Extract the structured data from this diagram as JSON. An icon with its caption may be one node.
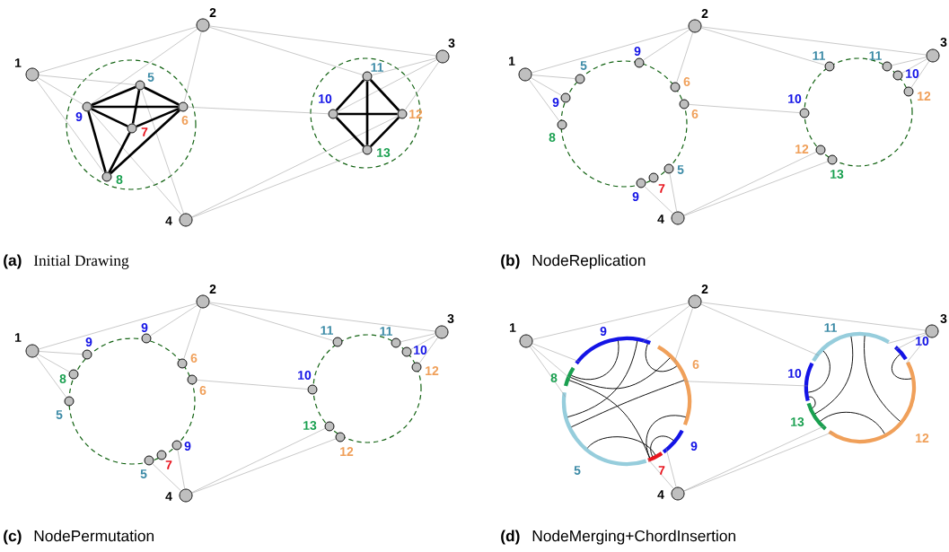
{
  "diagram": {
    "nodes": [
      {
        "text": [],
        "shape": "circle",
        "beside": [
          "1"
        ]
      },
      {
        "text": [],
        "shape": "circle",
        "beside": [
          "2"
        ]
      },
      {
        "text": [],
        "shape": "circle",
        "beside": [
          "3"
        ]
      },
      {
        "text": [],
        "shape": "circle",
        "beside": [
          "4"
        ]
      },
      {
        "text": [],
        "shape": "circle",
        "beside": [
          "5"
        ]
      },
      {
        "text": [],
        "shape": "circle",
        "beside": [
          "6"
        ]
      },
      {
        "text": [],
        "shape": "circle",
        "beside": [
          "7"
        ]
      },
      {
        "text": [],
        "shape": "circle",
        "beside": [
          "8"
        ]
      },
      {
        "text": [],
        "shape": "circle",
        "beside": [
          "9"
        ]
      },
      {
        "text": [],
        "shape": "circle",
        "beside": [
          "10"
        ]
      },
      {
        "text": [],
        "shape": "circle",
        "beside": [
          "11"
        ]
      },
      {
        "text": [],
        "shape": "circle",
        "beside": [
          "12"
        ]
      },
      {
        "text": [],
        "shape": "circle",
        "beside": [
          "13"
        ]
      },
      {
        "text": [],
        "shape": "circle",
        "beside": [
          "1"
        ]
      },
      {
        "text": [],
        "shape": "circle",
        "beside": [
          "2"
        ]
      },
      {
        "text": [],
        "shape": "circle",
        "beside": [
          "3"
        ]
      },
      {
        "text": [],
        "shape": "circle",
        "beside": [
          "4"
        ]
      },
      {
        "text": [],
        "shape": "circle",
        "beside": [
          "5"
        ]
      },
      {
        "text": [],
        "shape": "circle",
        "beside": [
          "9"
        ]
      },
      {
        "text": [],
        "shape": "circle",
        "beside": [
          "8"
        ]
      },
      {
        "text": [],
        "shape": "circle",
        "beside": [
          "9"
        ]
      },
      {
        "text": [],
        "shape": "circle",
        "beside": [
          "6"
        ]
      },
      {
        "text": [],
        "shape": "circle",
        "beside": [
          "6"
        ]
      },
      {
        "text": [],
        "shape": "circle",
        "beside": [
          "5"
        ]
      },
      {
        "text": [],
        "shape": "circle",
        "beside": [
          "7"
        ]
      },
      {
        "text": [],
        "shape": "circle",
        "beside": [
          "9"
        ]
      },
      {
        "text": [],
        "shape": "circle",
        "beside": [
          "11"
        ]
      },
      {
        "text": [],
        "shape": "circle",
        "beside": [
          "11"
        ]
      },
      {
        "text": [],
        "shape": "circle",
        "beside": [
          "10"
        ]
      },
      {
        "text": [],
        "shape": "circle",
        "beside": [
          "12"
        ]
      },
      {
        "text": [],
        "shape": "circle",
        "beside": [
          "10"
        ]
      },
      {
        "text": [],
        "shape": "circle",
        "beside": [
          "12"
        ]
      },
      {
        "text": [],
        "shape": "circle",
        "beside": [
          "13"
        ]
      },
      {
        "text": [],
        "shape": "circle",
        "beside": [
          "1"
        ]
      },
      {
        "text": [],
        "shape": "circle",
        "beside": [
          "2"
        ]
      },
      {
        "text": [],
        "shape": "circle",
        "beside": [
          "3"
        ]
      },
      {
        "text": [],
        "shape": "circle",
        "beside": [
          "4"
        ]
      },
      {
        "text": [],
        "shape": "circle",
        "beside": [
          "9"
        ]
      },
      {
        "text": [],
        "shape": "circle",
        "beside": [
          "8"
        ]
      },
      {
        "text": [],
        "shape": "circle",
        "beside": [
          "5"
        ]
      },
      {
        "text": [],
        "shape": "circle",
        "beside": [
          "9"
        ]
      },
      {
        "text": [],
        "shape": "circle",
        "beside": [
          "6"
        ]
      },
      {
        "text": [],
        "shape": "circle",
        "beside": [
          "6"
        ]
      },
      {
        "text": [],
        "shape": "circle",
        "beside": [
          "9"
        ]
      },
      {
        "text": [],
        "shape": "circle",
        "beside": [
          "7"
        ]
      },
      {
        "text": [],
        "shape": "circle",
        "beside": [
          "5"
        ]
      },
      {
        "text": [],
        "shape": "circle",
        "beside": [
          "11"
        ]
      },
      {
        "text": [],
        "shape": "circle",
        "beside": [
          "11"
        ]
      },
      {
        "text": [],
        "shape": "circle",
        "beside": [
          "10"
        ]
      },
      {
        "text": [],
        "shape": "circle",
        "beside": [
          "12"
        ]
      },
      {
        "text": [],
        "shape": "circle",
        "beside": [
          "10"
        ]
      },
      {
        "text": [],
        "shape": "circle",
        "beside": [
          "13"
        ]
      },
      {
        "text": [],
        "shape": "circle",
        "beside": [
          "12"
        ]
      },
      {
        "text": [],
        "shape": "circle",
        "beside": [
          "1"
        ]
      },
      {
        "text": [],
        "shape": "circle",
        "beside": [
          "2"
        ]
      },
      {
        "text": [],
        "shape": "circle",
        "beside": [
          "3"
        ]
      },
      {
        "text": [],
        "shape": "circle",
        "beside": [
          "4"
        ]
      },
      {
        "text": [],
        "shape": "circle",
        "beside": [
          "9",
          "6",
          "9",
          "7",
          "5",
          "8"
        ]
      },
      {
        "text": [],
        "shape": "circle",
        "beside": [
          "11",
          "10",
          "10",
          "13",
          "12"
        ]
      }
    ],
    "edges": [
      {
        "from": 0,
        "to": 1,
        "arrow": "none"
      },
      {
        "from": 0,
        "to": 4,
        "arrow": "none"
      },
      {
        "from": 0,
        "to": 8,
        "arrow": "none"
      },
      {
        "from": 0,
        "to": 7,
        "arrow": "none"
      },
      {
        "from": 1,
        "to": 8,
        "arrow": "none"
      },
      {
        "from": 1,
        "to": 5,
        "arrow": "none"
      },
      {
        "from": 1,
        "to": 10,
        "arrow": "none"
      },
      {
        "from": 1,
        "to": 2,
        "arrow": "none"
      },
      {
        "from": 2,
        "to": 10,
        "arrow": "none"
      },
      {
        "from": 2,
        "to": 9,
        "arrow": "none"
      },
      {
        "from": 2,
        "to": 11,
        "arrow": "none"
      },
      {
        "from": 3,
        "to": 4,
        "arrow": "none"
      },
      {
        "from": 3,
        "to": 8,
        "arrow": "none"
      },
      {
        "from": 3,
        "to": 11,
        "arrow": "none"
      },
      {
        "from": 3,
        "to": 12,
        "arrow": "none"
      },
      {
        "from": 5,
        "to": 9,
        "arrow": "none"
      },
      {
        "from": 4,
        "to": 8,
        "arrow": "none",
        "style": "thick",
        "color": "#000000"
      },
      {
        "from": 4,
        "to": 5,
        "arrow": "none",
        "style": "thick",
        "color": "#000000"
      },
      {
        "from": 4,
        "to": 6,
        "arrow": "none",
        "style": "thick",
        "color": "#000000"
      },
      {
        "from": 8,
        "to": 5,
        "arrow": "none",
        "style": "thick",
        "color": "#000000"
      },
      {
        "from": 8,
        "to": 6,
        "arrow": "none",
        "style": "thick",
        "color": "#000000"
      },
      {
        "from": 8,
        "to": 7,
        "arrow": "none",
        "style": "thick",
        "color": "#000000"
      },
      {
        "from": 6,
        "to": 5,
        "arrow": "none",
        "style": "thick",
        "color": "#000000"
      },
      {
        "from": 6,
        "to": 7,
        "arrow": "none",
        "style": "thick",
        "color": "#000000"
      },
      {
        "from": 7,
        "to": 5,
        "arrow": "none",
        "style": "thick",
        "color": "#000000"
      },
      {
        "from": 9,
        "to": 10,
        "arrow": "none",
        "style": "thick",
        "color": "#000000"
      },
      {
        "from": 10,
        "to": 11,
        "arrow": "none",
        "style": "thick",
        "color": "#000000"
      },
      {
        "from": 11,
        "to": 12,
        "arrow": "none",
        "style": "thick",
        "color": "#000000"
      },
      {
        "from": 12,
        "to": 9,
        "arrow": "none",
        "style": "thick",
        "color": "#000000"
      },
      {
        "from": 9,
        "to": 11,
        "arrow": "none",
        "style": "thick",
        "color": "#000000"
      },
      {
        "from": 10,
        "to": 12,
        "arrow": "none",
        "style": "thick",
        "color": "#000000"
      },
      {
        "from": 13,
        "to": 14,
        "arrow": "none"
      },
      {
        "from": 13,
        "to": 17,
        "arrow": "none"
      },
      {
        "from": 13,
        "to": 18,
        "arrow": "none"
      },
      {
        "from": 13,
        "to": 19,
        "arrow": "none"
      },
      {
        "from": 14,
        "to": 20,
        "arrow": "none"
      },
      {
        "from": 14,
        "to": 21,
        "arrow": "none"
      },
      {
        "from": 14,
        "to": 26,
        "arrow": "none"
      },
      {
        "from": 14,
        "to": 15,
        "arrow": "none"
      },
      {
        "from": 15,
        "to": 27,
        "arrow": "none"
      },
      {
        "from": 15,
        "to": 28,
        "arrow": "none"
      },
      {
        "from": 15,
        "to": 29,
        "arrow": "none"
      },
      {
        "from": 16,
        "to": 25,
        "arrow": "none"
      },
      {
        "from": 16,
        "to": 23,
        "arrow": "none"
      },
      {
        "from": 16,
        "to": 31,
        "arrow": "none"
      },
      {
        "from": 16,
        "to": 32,
        "arrow": "none"
      },
      {
        "from": 22,
        "to": 30,
        "arrow": "none"
      },
      {
        "from": 33,
        "to": 34,
        "arrow": "none"
      },
      {
        "from": 33,
        "to": 37,
        "arrow": "none"
      },
      {
        "from": 33,
        "to": 38,
        "arrow": "none"
      },
      {
        "from": 33,
        "to": 39,
        "arrow": "none"
      },
      {
        "from": 34,
        "to": 40,
        "arrow": "none"
      },
      {
        "from": 34,
        "to": 41,
        "arrow": "none"
      },
      {
        "from": 34,
        "to": 46,
        "arrow": "none"
      },
      {
        "from": 34,
        "to": 35,
        "arrow": "none"
      },
      {
        "from": 35,
        "to": 47,
        "arrow": "none"
      },
      {
        "from": 35,
        "to": 48,
        "arrow": "none"
      },
      {
        "from": 35,
        "to": 49,
        "arrow": "none"
      },
      {
        "from": 36,
        "to": 45,
        "arrow": "none"
      },
      {
        "from": 36,
        "to": 43,
        "arrow": "none"
      },
      {
        "from": 36,
        "to": 51,
        "arrow": "none"
      },
      {
        "from": 36,
        "to": 52,
        "arrow": "none"
      },
      {
        "from": 42,
        "to": 50,
        "arrow": "none"
      },
      {
        "from": 53,
        "to": 54,
        "arrow": "none"
      },
      {
        "from": 53,
        "to": 57,
        "arrow": "none"
      },
      {
        "from": 53,
        "to": 57,
        "arrow": "none"
      },
      {
        "from": 53,
        "to": 57,
        "arrow": "none"
      },
      {
        "from": 54,
        "to": 57,
        "arrow": "none"
      },
      {
        "from": 54,
        "to": 57,
        "arrow": "none"
      },
      {
        "from": 54,
        "to": 58,
        "arrow": "none"
      },
      {
        "from": 54,
        "to": 55,
        "arrow": "none"
      },
      {
        "from": 55,
        "to": 58,
        "arrow": "none"
      },
      {
        "from": 55,
        "to": 58,
        "arrow": "none"
      },
      {
        "from": 55,
        "to": 58,
        "arrow": "none"
      },
      {
        "from": 56,
        "to": 57,
        "arrow": "none"
      },
      {
        "from": 56,
        "to": 57,
        "arrow": "none"
      },
      {
        "from": 56,
        "to": 58,
        "arrow": "none"
      },
      {
        "from": 56,
        "to": 58,
        "arrow": "none"
      },
      {
        "from": 57,
        "to": 58,
        "arrow": "none"
      }
    ],
    "labels": [
      "(a)",
      "Initial Drawing",
      "(b)",
      "NodeReplication",
      "(c)",
      "NodePermutation",
      "(d)",
      "NodeMerging+ChordInsertion"
    ]
  }
}
